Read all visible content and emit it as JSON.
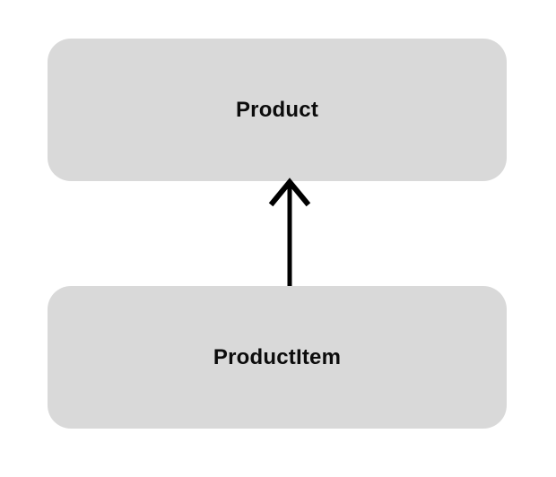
{
  "diagram": {
    "type": "class-hierarchy",
    "nodes": [
      {
        "id": "product",
        "label": "Product"
      },
      {
        "id": "product-item",
        "label": "ProductItem"
      }
    ],
    "edges": [
      {
        "from": "product-item",
        "to": "product",
        "kind": "inheritance",
        "arrowhead": "open-chevron",
        "direction": "up"
      }
    ]
  },
  "colors": {
    "background": "#ffffff",
    "node_fill": "#d9d9d9",
    "node_text": "#0c0c0c",
    "arrow": "#000000"
  }
}
